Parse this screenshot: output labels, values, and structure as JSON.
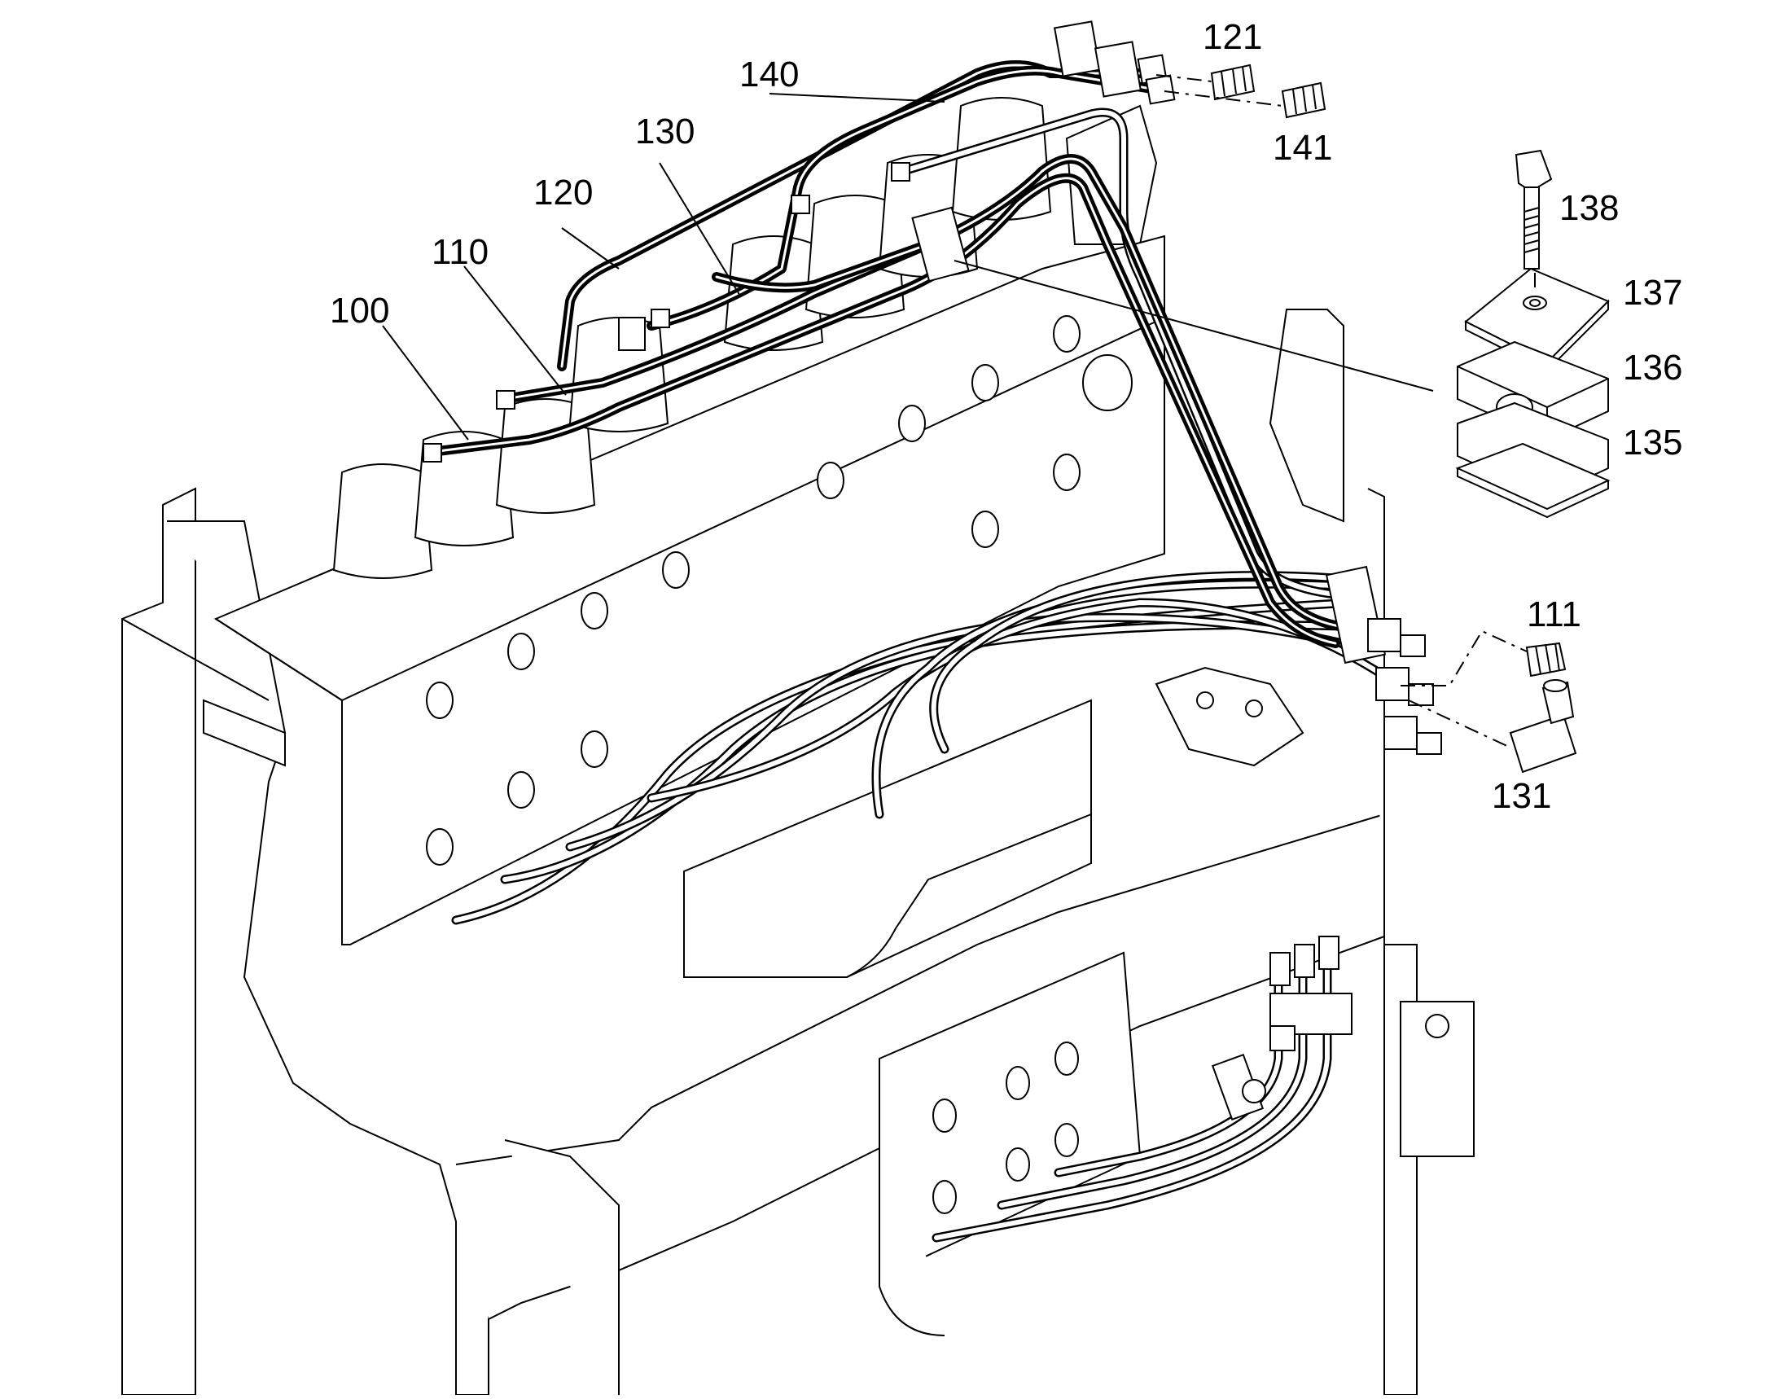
{
  "callouts": [
    {
      "id": "c100",
      "text": "100"
    },
    {
      "id": "c110",
      "text": "110"
    },
    {
      "id": "c120",
      "text": "120"
    },
    {
      "id": "c130",
      "text": "130"
    },
    {
      "id": "c140",
      "text": "140"
    },
    {
      "id": "c121",
      "text": "121"
    },
    {
      "id": "c141",
      "text": "141"
    },
    {
      "id": "c138",
      "text": "138"
    },
    {
      "id": "c137",
      "text": "137"
    },
    {
      "id": "c136",
      "text": "136"
    },
    {
      "id": "c135",
      "text": "135"
    },
    {
      "id": "c111",
      "text": "111"
    },
    {
      "id": "c131",
      "text": "131"
    }
  ]
}
